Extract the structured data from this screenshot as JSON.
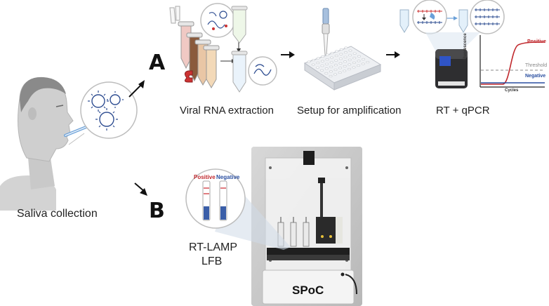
{
  "figure": {
    "panel_a": "A",
    "panel_b": "B",
    "step_saliva": "Saliva collection",
    "step_extraction": "Viral RNA extraction",
    "step_setup": "Setup for amplification",
    "step_rtqpcr": "RT + qPCR",
    "step_lamp_line1": "RT-LAMP",
    "step_lamp_line2": "LFB",
    "device_label": "SPoC",
    "strip_positive": "Positive",
    "strip_negative": "Negative",
    "qpcr_positive": "Positive",
    "qpcr_threshold": "Threshold",
    "qpcr_negative": "Negative",
    "qpcr_xlabel": "Cycles",
    "qpcr_ylabel": "Fluorescence"
  },
  "colors": {
    "positive": "#c0282d",
    "negative": "#2a4fa0",
    "threshold": "#888888",
    "tube_blue": "#3a5ea8"
  }
}
